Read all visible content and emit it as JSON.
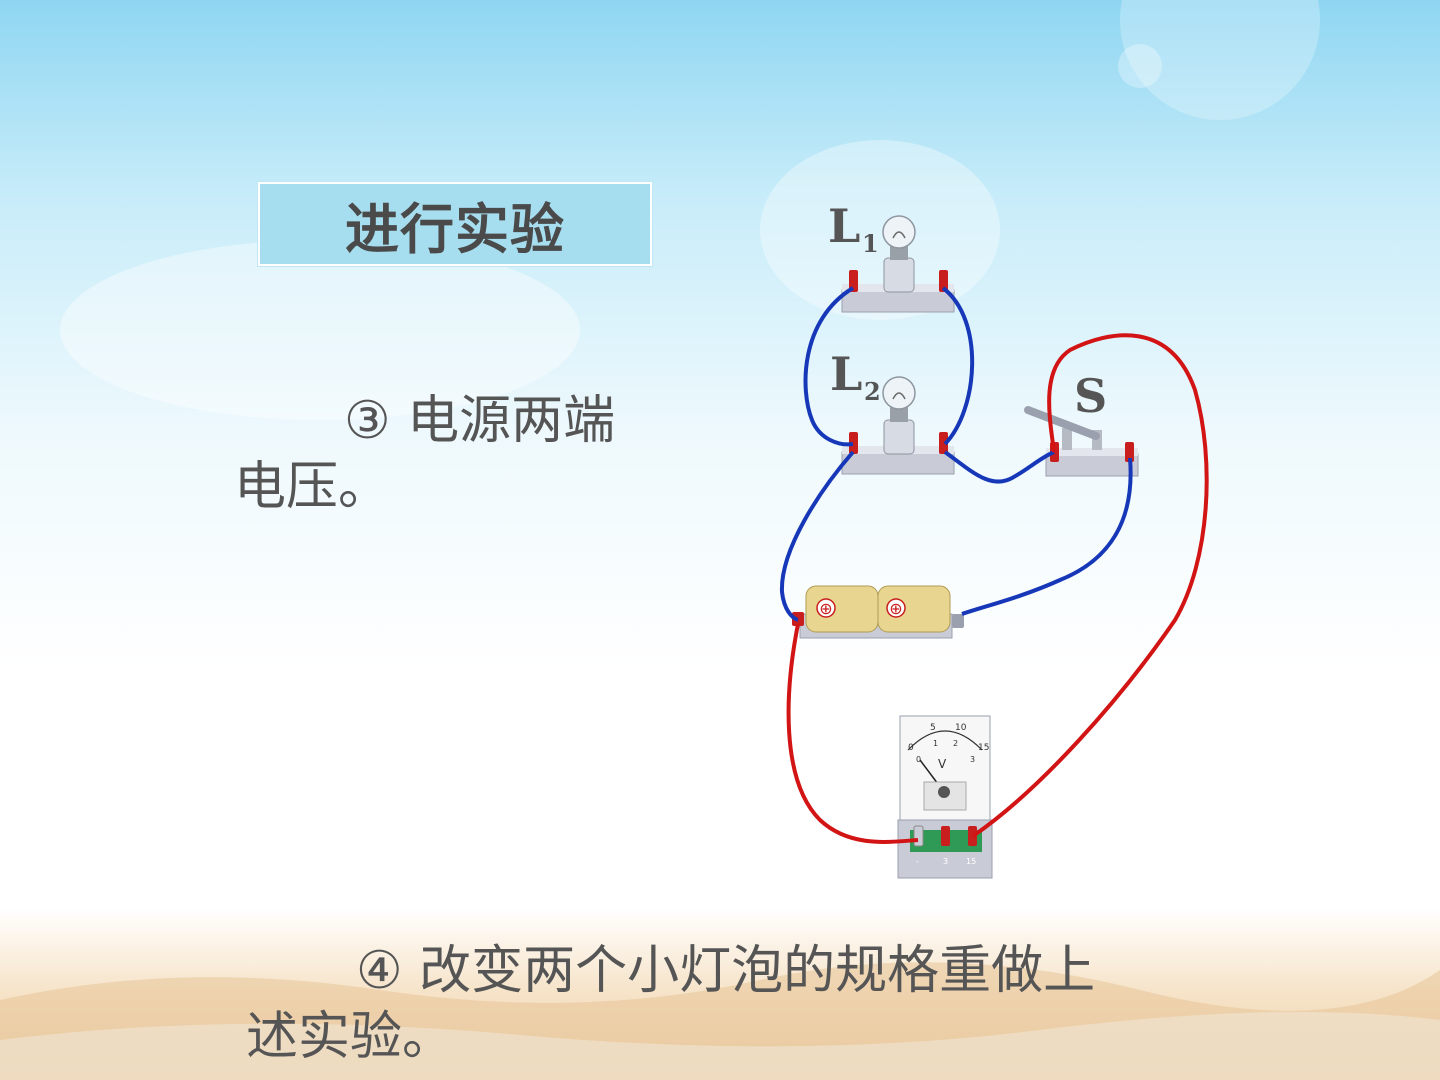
{
  "slide": {
    "title": "进行实验",
    "step3_line1": "③ 电源两端",
    "step3_line2": "电压。",
    "step4_line1": "④ 改变两个小灯泡的规格重做上",
    "step4_line2": "述实验。"
  },
  "circuit": {
    "lamp1_label": "L",
    "lamp1_sub": "1",
    "lamp2_label": "L",
    "lamp2_sub": "2",
    "switch_label": "S",
    "battery_plus_1": "⊕",
    "battery_plus_2": "⊕",
    "voltmeter_letter": "V",
    "scale_top": [
      "0",
      "5",
      "10",
      "15"
    ],
    "scale_bottom": [
      "0",
      "1",
      "2",
      "3"
    ],
    "terminal_labels": [
      "-",
      "3",
      "15"
    ],
    "wire_colors": {
      "series": "#1638b8",
      "voltmeter": "#d21414"
    }
  }
}
